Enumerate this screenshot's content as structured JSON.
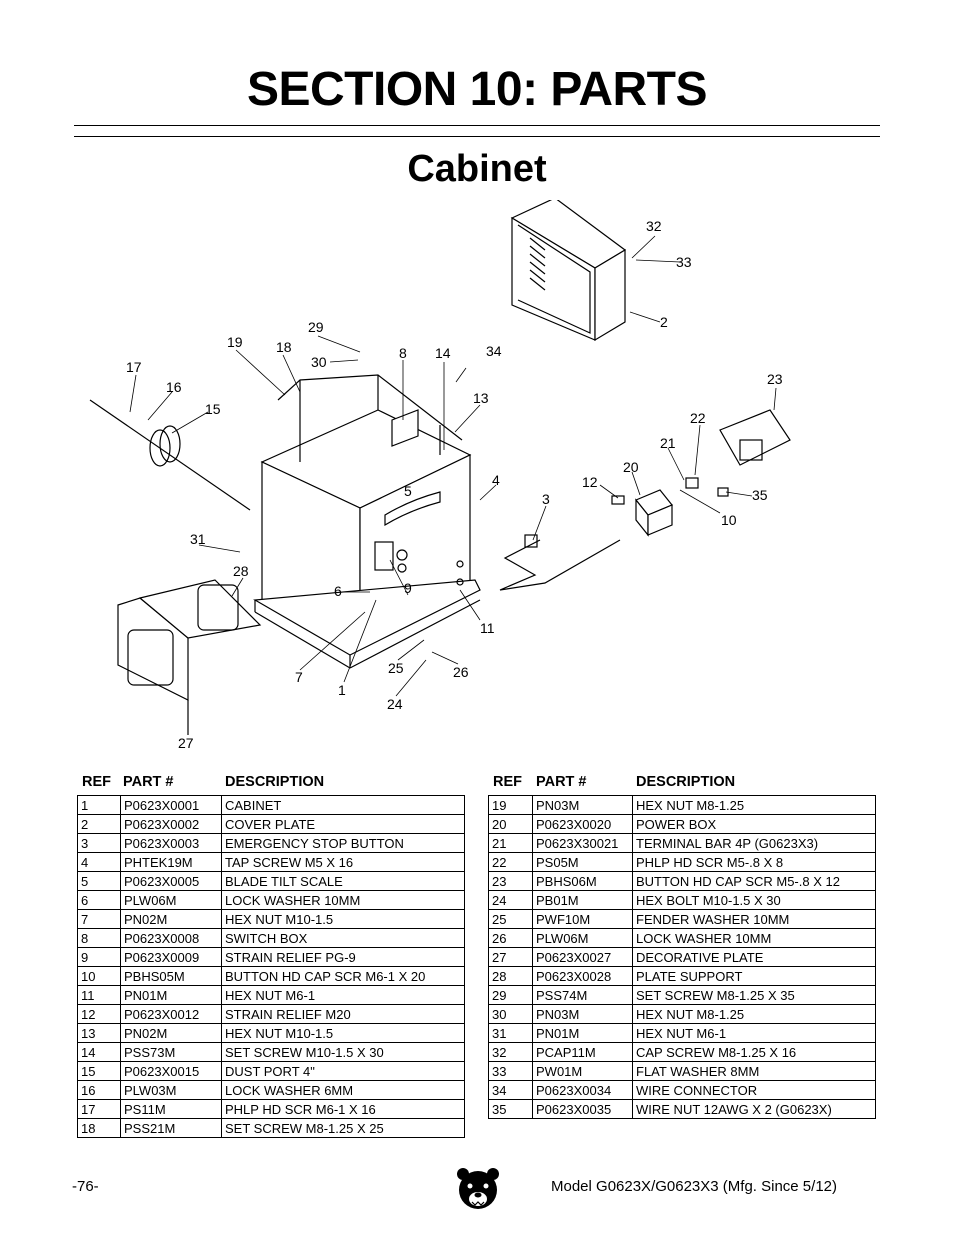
{
  "page": {
    "section_title": "SECTION 10: PARTS",
    "subtitle": "Cabinet",
    "page_number": "-76-",
    "model": "Model G0623X/G0623X3 (Mfg. Since 5/12)"
  },
  "table_headers": {
    "ref": "REF",
    "part": "PART #",
    "description": "DESCRIPTION"
  },
  "callouts": [
    "1",
    "2",
    "3",
    "4",
    "5",
    "6",
    "7",
    "8",
    "9",
    "10",
    "11",
    "12",
    "13",
    "14",
    "15",
    "16",
    "17",
    "18",
    "19",
    "20",
    "21",
    "22",
    "23",
    "24",
    "25",
    "26",
    "27",
    "28",
    "29",
    "30",
    "31",
    "32",
    "33",
    "34",
    "35"
  ],
  "parts_left": [
    {
      "ref": "1",
      "part": "P0623X0001",
      "description": "CABINET"
    },
    {
      "ref": "2",
      "part": "P0623X0002",
      "description": "COVER PLATE"
    },
    {
      "ref": "3",
      "part": "P0623X0003",
      "description": "EMERGENCY STOP BUTTON"
    },
    {
      "ref": "4",
      "part": "PHTEK19M",
      "description": "TAP SCREW M5 X 16"
    },
    {
      "ref": "5",
      "part": "P0623X0005",
      "description": "BLADE TILT SCALE"
    },
    {
      "ref": "6",
      "part": "PLW06M",
      "description": "LOCK WASHER 10MM"
    },
    {
      "ref": "7",
      "part": "PN02M",
      "description": "HEX NUT M10-1.5"
    },
    {
      "ref": "8",
      "part": "P0623X0008",
      "description": "SWITCH BOX"
    },
    {
      "ref": "9",
      "part": "P0623X0009",
      "description": "STRAIN RELIEF PG-9"
    },
    {
      "ref": "10",
      "part": "PBHS05M",
      "description": "BUTTON HD CAP SCR M6-1 X 20"
    },
    {
      "ref": "11",
      "part": "PN01M",
      "description": "HEX NUT M6-1"
    },
    {
      "ref": "12",
      "part": "P0623X0012",
      "description": "STRAIN RELIEF M20"
    },
    {
      "ref": "13",
      "part": "PN02M",
      "description": "HEX NUT M10-1.5"
    },
    {
      "ref": "14",
      "part": "PSS73M",
      "description": "SET SCREW M10-1.5 X 30"
    },
    {
      "ref": "15",
      "part": "P0623X0015",
      "description": "DUST PORT 4\""
    },
    {
      "ref": "16",
      "part": "PLW03M",
      "description": "LOCK WASHER 6MM"
    },
    {
      "ref": "17",
      "part": "PS11M",
      "description": "PHLP HD SCR M6-1 X 16"
    },
    {
      "ref": "18",
      "part": "PSS21M",
      "description": "SET SCREW M8-1.25 X 25"
    }
  ],
  "parts_right": [
    {
      "ref": "19",
      "part": "PN03M",
      "description": "HEX NUT M8-1.25"
    },
    {
      "ref": "20",
      "part": "P0623X0020",
      "description": "POWER BOX"
    },
    {
      "ref": "21",
      "part": "P0623X30021",
      "description": "TERMINAL BAR 4P (G0623X3)"
    },
    {
      "ref": "22",
      "part": "PS05M",
      "description": "PHLP HD SCR M5-.8 X 8"
    },
    {
      "ref": "23",
      "part": "PBHS06M",
      "description": "BUTTON HD CAP SCR M5-.8 X 12"
    },
    {
      "ref": "24",
      "part": "PB01M",
      "description": "HEX BOLT M10-1.5 X 30"
    },
    {
      "ref": "25",
      "part": "PWF10M",
      "description": "FENDER WASHER 10MM"
    },
    {
      "ref": "26",
      "part": "PLW06M",
      "description": "LOCK WASHER 10MM"
    },
    {
      "ref": "27",
      "part": "P0623X0027",
      "description": "DECORATIVE PLATE"
    },
    {
      "ref": "28",
      "part": "P0623X0028",
      "description": "PLATE SUPPORT"
    },
    {
      "ref": "29",
      "part": "PSS74M",
      "description": "SET SCREW M8-1.25 X 35"
    },
    {
      "ref": "30",
      "part": "PN03M",
      "description": "HEX NUT M8-1.25"
    },
    {
      "ref": "31",
      "part": "PN01M",
      "description": "HEX NUT M6-1"
    },
    {
      "ref": "32",
      "part": "PCAP11M",
      "description": "CAP SCREW M8-1.25 X 16"
    },
    {
      "ref": "33",
      "part": "PW01M",
      "description": "FLAT WASHER 8MM"
    },
    {
      "ref": "34",
      "part": "P0623X0034",
      "description": "WIRE CONNECTOR"
    },
    {
      "ref": "35",
      "part": "P0623X0035",
      "description": "WIRE NUT 12AWG X 2 (G0623X)"
    }
  ]
}
